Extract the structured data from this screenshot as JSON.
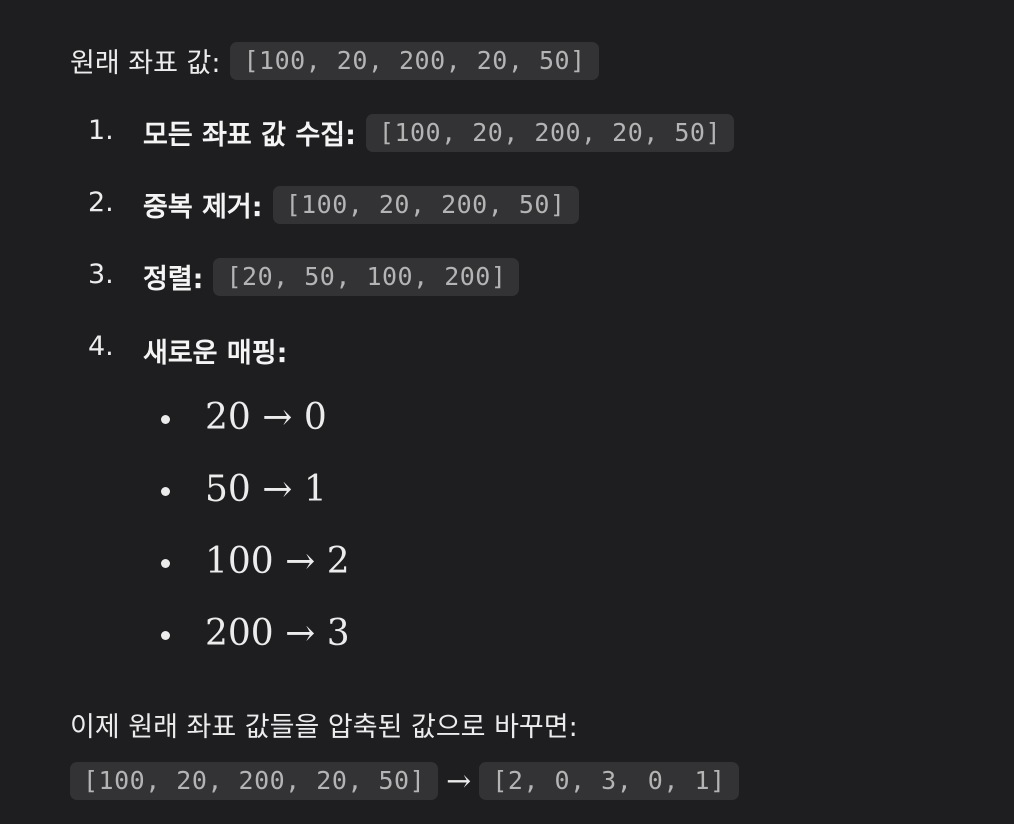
{
  "intro": {
    "label": "원래 좌표 값:",
    "code": "[100, 20, 200, 20, 50]"
  },
  "steps": [
    {
      "number": "1.",
      "title": "모든 좌표 값 수집:",
      "code": "[100, 20, 200, 20, 50]"
    },
    {
      "number": "2.",
      "title": "중복 제거:",
      "code": "[100, 20, 200, 50]"
    },
    {
      "number": "3.",
      "title": "정렬:",
      "code": "[20, 50, 100, 200]"
    },
    {
      "number": "4.",
      "title": "새로운 매핑:",
      "code": ""
    }
  ],
  "mappings": [
    "20 → 0",
    "50 → 1",
    "100 → 2",
    "200 → 3"
  ],
  "conclusion": {
    "text": "이제 원래 좌표 값들을 압축된 값으로 바꾸면:",
    "before": "[100, 20, 200, 20, 50]",
    "arrow": "→",
    "after": "[2, 0, 3, 0, 1]"
  }
}
